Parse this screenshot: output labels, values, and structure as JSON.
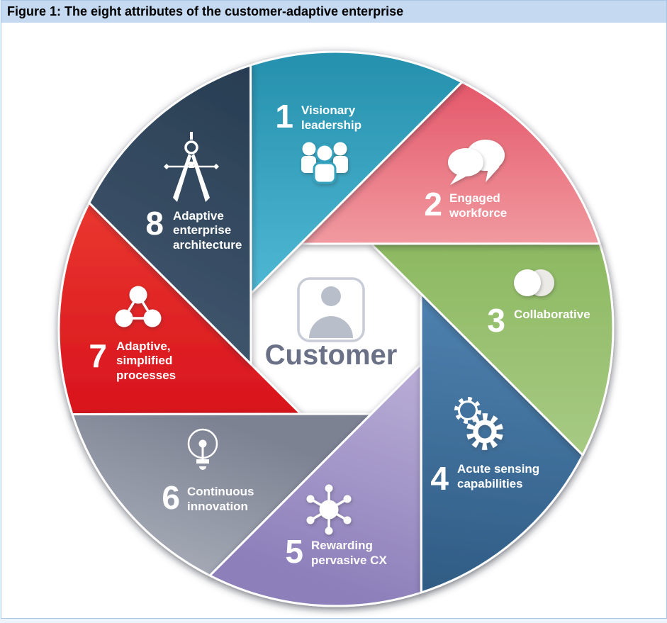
{
  "figure_title": "Figure 1: The eight attributes of the customer-adaptive enterprise",
  "center": {
    "label": "Customer",
    "icon": "customer-person-icon",
    "text_color": "#6a7186"
  },
  "segments": [
    {
      "number": "1",
      "lines": [
        "Visionary",
        "leadership"
      ],
      "icon": "people-icon",
      "colors": [
        "#2792af",
        "#4fb8d4"
      ]
    },
    {
      "number": "2",
      "lines": [
        "Engaged",
        "workforce"
      ],
      "icon": "speech-bubbles-icon",
      "colors": [
        "#e4586a",
        "#f19ba1"
      ]
    },
    {
      "number": "3",
      "lines": [
        "Collaborative"
      ],
      "icon": "overlapping-circles-icon",
      "colors": [
        "#8db961",
        "#a7ca84"
      ]
    },
    {
      "number": "4",
      "lines": [
        "Acute sensing",
        "capabilities"
      ],
      "icon": "gears-icon",
      "colors": [
        "#4f82b0",
        "#2f5c84"
      ]
    },
    {
      "number": "5",
      "lines": [
        "Rewarding",
        "pervasive CX"
      ],
      "icon": "network-hub-icon",
      "colors": [
        "#b7abd5",
        "#8d7fba"
      ]
    },
    {
      "number": "6",
      "lines": [
        "Continuous",
        "innovation"
      ],
      "icon": "lightbulb-icon",
      "colors": [
        "#7d8293",
        "#a9aeb9"
      ]
    },
    {
      "number": "7",
      "lines": [
        "Adaptive,",
        "simplified",
        "processes"
      ],
      "icon": "molecule-triangle-icon",
      "colors": [
        "#ea372f",
        "#d8141d"
      ]
    },
    {
      "number": "8",
      "lines": [
        "Adaptive",
        "enterprise",
        "architecture"
      ],
      "icon": "drafting-compass-icon",
      "colors": [
        "#283d52",
        "#42586f"
      ]
    }
  ]
}
